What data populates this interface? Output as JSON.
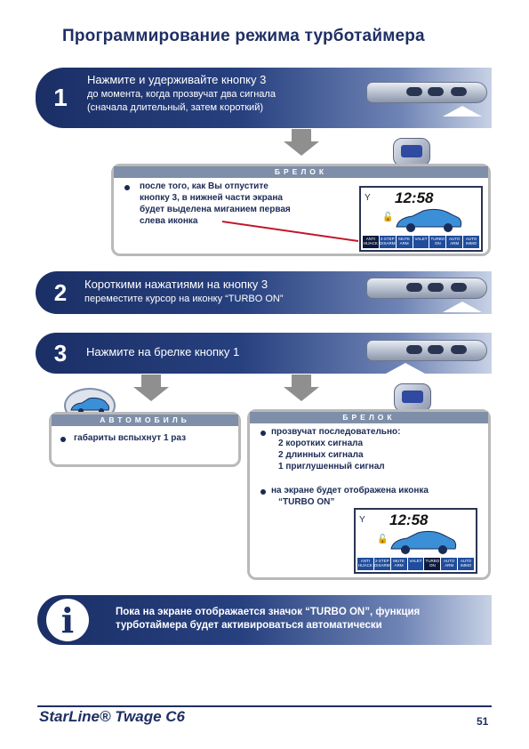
{
  "title": "Программирование режима турботаймера",
  "steps": [
    {
      "number": "1",
      "line1": "Нажмите и удерживайте кнопку 3",
      "line2": "до момента, когда прозвучат два сигнала",
      "line3": "(сначала длительный, затем короткий)"
    },
    {
      "number": "2",
      "line1": "Короткими нажатиями на кнопку 3",
      "line2": "переместите курсор на иконку “TURBO ON”"
    },
    {
      "number": "3",
      "line1": "Нажмите на брелке кнопку 1"
    }
  ],
  "box1": {
    "header": "БРЕЛОК",
    "lines": [
      "после того, как Вы отпустите",
      "кнопку 3, в нижней части экрана",
      "будет выделена миганием первая",
      "слева иконка"
    ]
  },
  "car_box": {
    "header": "АВТОМОБИЛЬ",
    "text": "габариты вспыхнут 1 раз"
  },
  "box2": {
    "header": "БРЕЛОК",
    "bullet1": [
      "прозвучат последовательно:",
      "2 коротких сигнала",
      "2 длинных сигнала",
      "1 приглушенный сигнал"
    ],
    "bullet2": [
      "на экране будет отображена иконка",
      "“TURBO ON”"
    ]
  },
  "lcd": {
    "time": "12:58",
    "icons": [
      {
        "l1": "ANTI",
        "l2": "HIJACK"
      },
      {
        "l1": "2-STEP",
        "l2": "DISARM"
      },
      {
        "l1": "MUTE",
        "l2": "ARM"
      },
      {
        "l1": "VALET",
        "l2": ""
      },
      {
        "l1": "TURBO",
        "l2": "ON"
      },
      {
        "l1": "AUTO",
        "l2": "ARM"
      },
      {
        "l1": "AUTO",
        "l2": "IMMO"
      }
    ]
  },
  "info": {
    "icon": "info-icon",
    "line1": "Пока на экране отображается значок “TURBO ON”, функция",
    "line2": "турботаймера будет активироваться автоматически"
  },
  "footer": {
    "brand": "StarLine® Twage C6",
    "page": "51"
  }
}
